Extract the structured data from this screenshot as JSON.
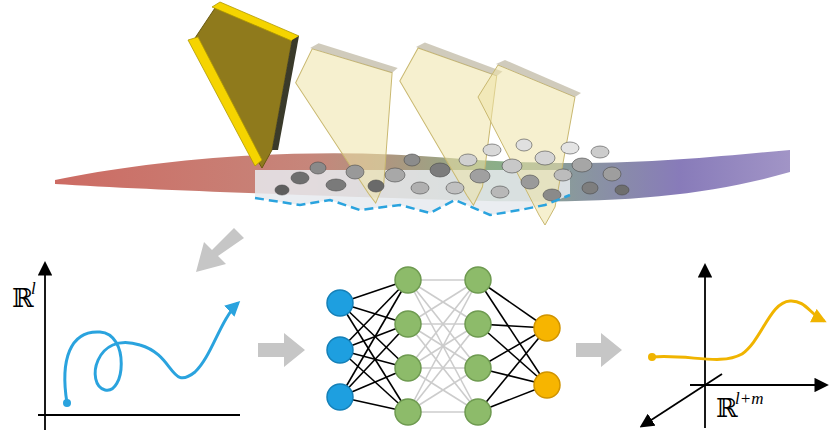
{
  "diagram": {
    "labels": [
      "ℝ",
      "l",
      "ℝ",
      "l+m"
    ]
  }
}
